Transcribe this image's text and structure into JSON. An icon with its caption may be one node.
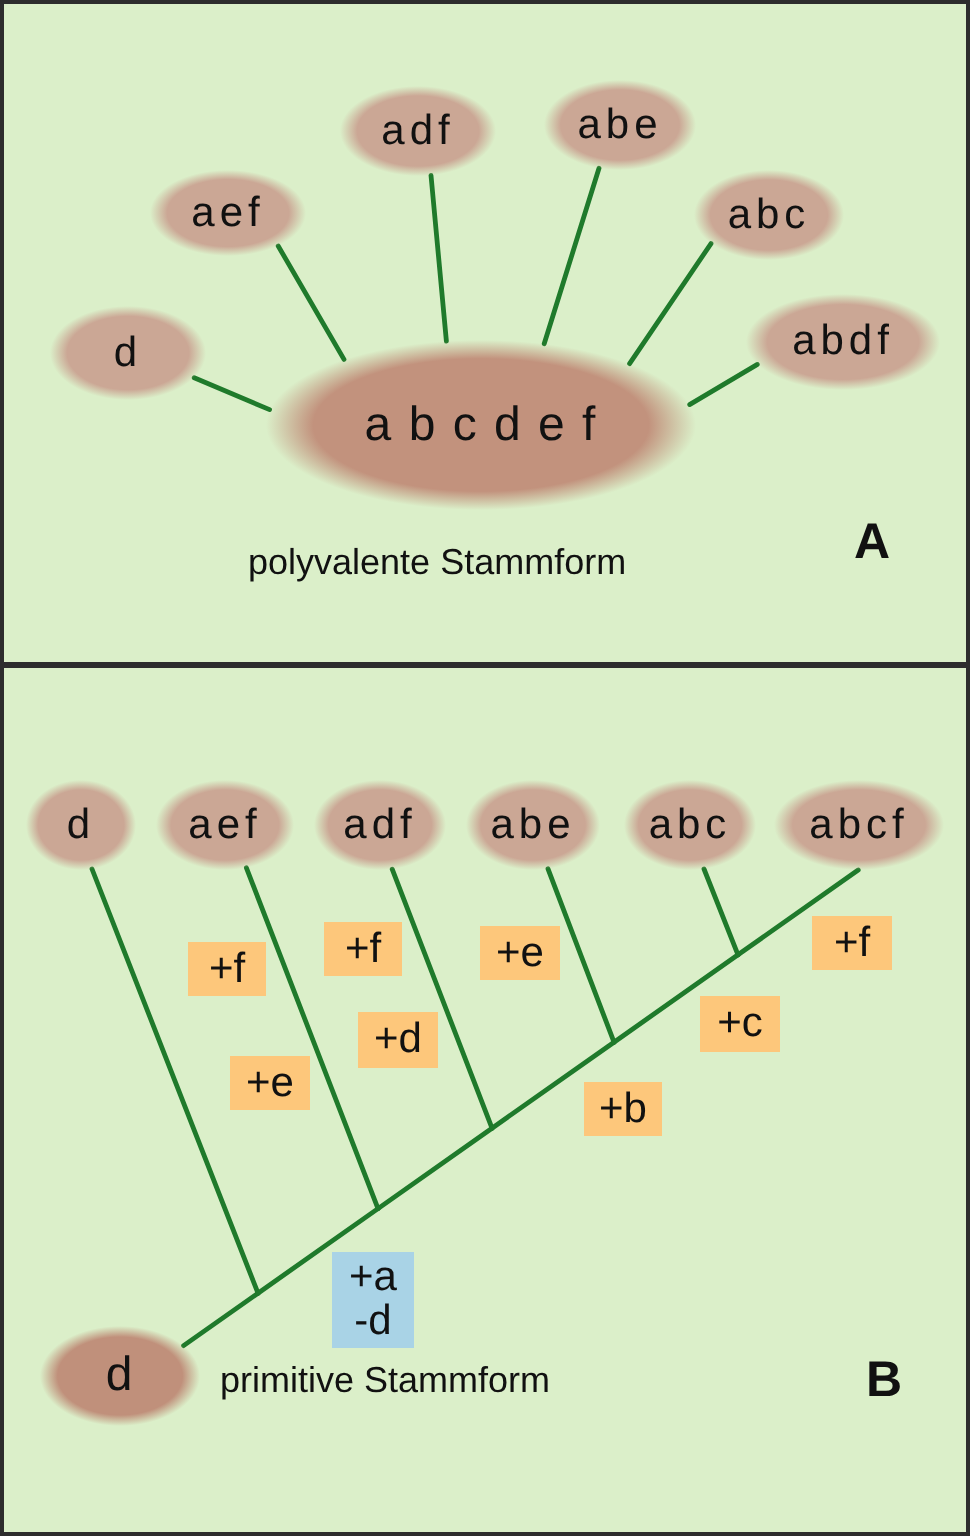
{
  "diagram": {
    "nodes": [
      {
        "text": [
          "A"
        ]
      },
      {
        "text": [
          "d"
        ],
        "in": 0
      },
      {
        "text": [
          "aef"
        ],
        "in": 0
      },
      {
        "text": [
          "adf"
        ],
        "in": 0
      },
      {
        "text": [
          "abe"
        ],
        "in": 0
      },
      {
        "text": [
          "abc"
        ],
        "in": 0
      },
      {
        "text": [
          "abdf"
        ],
        "in": 0
      },
      {
        "text": [
          "a b c d e f"
        ],
        "beside": [
          "polyvalente Stammform"
        ],
        "in": 0
      },
      {
        "text": [
          "B"
        ]
      },
      {
        "text": [
          "d"
        ],
        "in": 8
      },
      {
        "text": [
          "aef"
        ],
        "in": 8
      },
      {
        "text": [
          "adf"
        ],
        "in": 8
      },
      {
        "text": [
          "abe"
        ],
        "in": 8
      },
      {
        "text": [
          "abc"
        ],
        "in": 8
      },
      {
        "text": [
          "abcf"
        ],
        "in": 8
      },
      {
        "text": [
          "+f"
        ],
        "in": 8
      },
      {
        "text": [
          "+f"
        ],
        "in": 8
      },
      {
        "text": [
          "+e"
        ],
        "in": 8
      },
      {
        "text": [
          "+f"
        ],
        "in": 8
      },
      {
        "text": [
          "+c"
        ],
        "in": 8
      },
      {
        "text": [
          "+d"
        ],
        "in": 8
      },
      {
        "text": [
          "+e"
        ],
        "in": 8
      },
      {
        "text": [
          "+b"
        ],
        "in": 8
      },
      {
        "text": [
          "+a -d"
        ],
        "in": 8
      },
      {
        "text": [
          "d"
        ],
        "beside": [
          "primitive Stammform"
        ],
        "in": 8
      }
    ],
    "edges": [
      {
        "from": 7,
        "to": 1,
        "arrow": "none"
      },
      {
        "from": 7,
        "to": 2,
        "arrow": "none"
      },
      {
        "from": 7,
        "to": 3,
        "arrow": "none"
      },
      {
        "from": 7,
        "to": 4,
        "arrow": "none"
      },
      {
        "from": 7,
        "to": 5,
        "arrow": "none"
      },
      {
        "from": 7,
        "to": 6,
        "arrow": "none"
      },
      {
        "from": 24,
        "to": 9,
        "arrow": "none"
      },
      {
        "from": 24,
        "to": 10,
        "arrow": "none"
      },
      {
        "from": 24,
        "to": 11,
        "arrow": "none"
      },
      {
        "from": 24,
        "to": 12,
        "arrow": "none"
      },
      {
        "from": 24,
        "to": 13,
        "arrow": "none"
      },
      {
        "from": 24,
        "to": 14,
        "arrow": "none"
      }
    ]
  }
}
